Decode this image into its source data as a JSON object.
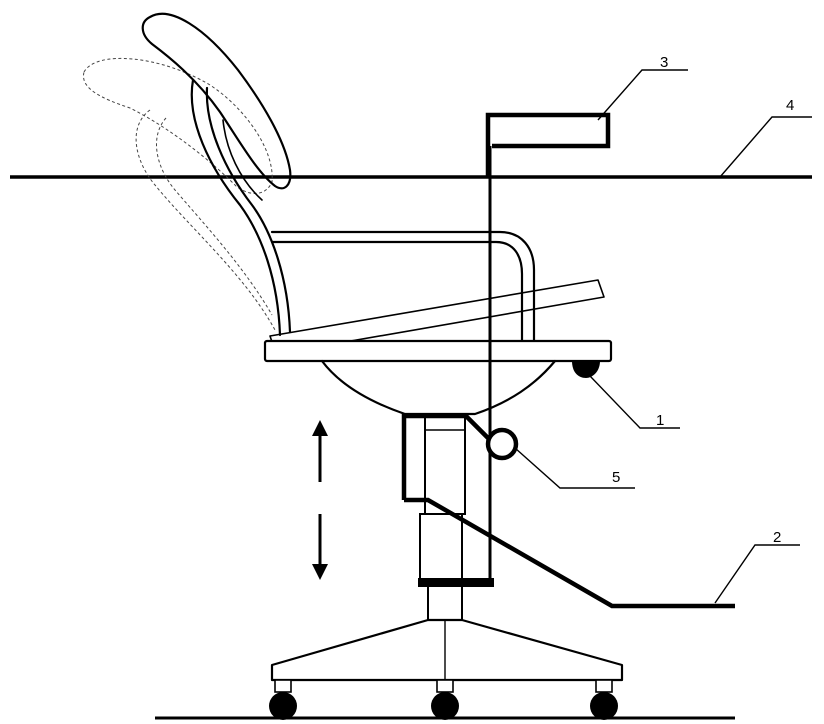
{
  "callouts": [
    {
      "id": "1",
      "text": "1"
    },
    {
      "id": "2",
      "text": "2"
    },
    {
      "id": "3",
      "text": "3"
    },
    {
      "id": "4",
      "text": "4"
    },
    {
      "id": "5",
      "text": "5"
    }
  ],
  "arrow": {
    "direction": "up-down"
  }
}
